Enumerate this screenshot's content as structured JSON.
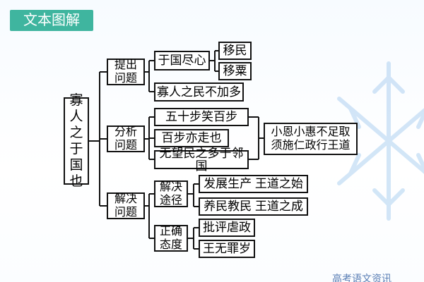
{
  "header": {
    "title": "文本图解"
  },
  "diagram": {
    "root": "寡\n人\n之\n于\n国\n也",
    "branches": [
      {
        "label": "提出\n问题",
        "items": [
          "于国尽心",
          "寡人之民不加多"
        ],
        "subitems": [
          "移民",
          "移粟"
        ]
      },
      {
        "label": "分析\n问题",
        "items": [
          "五十步笑百步",
          "百步亦走也",
          "无望民之多于邻国"
        ],
        "conclusion": "小恩小惠不足取\n须施仁政行王道"
      },
      {
        "label": "解决\n问题",
        "groups": [
          {
            "label": "解决\n途径",
            "items": [
              "发展生产  王道之始",
              "养民教民  王道之成"
            ]
          },
          {
            "label": "正确\n态度",
            "items": [
              "批评虐政",
              "王无罪岁"
            ]
          }
        ]
      }
    ]
  },
  "watermark": {
    "text": "高考语文资讯"
  },
  "colors": {
    "header_bg": "#3fb59f",
    "border": "#111111",
    "watermark": "#3c67a8"
  },
  "icons": {
    "background": "snowflake-icon"
  }
}
